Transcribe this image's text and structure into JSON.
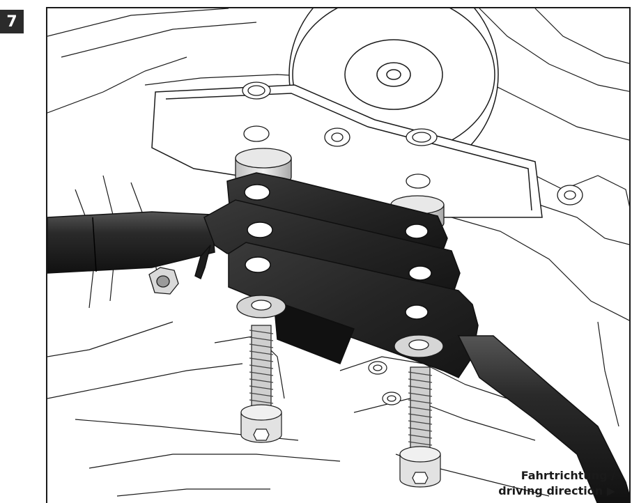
{
  "step": {
    "number": "7"
  },
  "caption": {
    "line1": "Fahrtrichtung /",
    "line2": "driving direction ▶"
  },
  "colors": {
    "outline": "#1a1a1a",
    "bracket": "#2a2a2a",
    "bracket_highlight": "#5c5c5c",
    "metal": "#d8d8d8",
    "background": "#ffffff"
  }
}
